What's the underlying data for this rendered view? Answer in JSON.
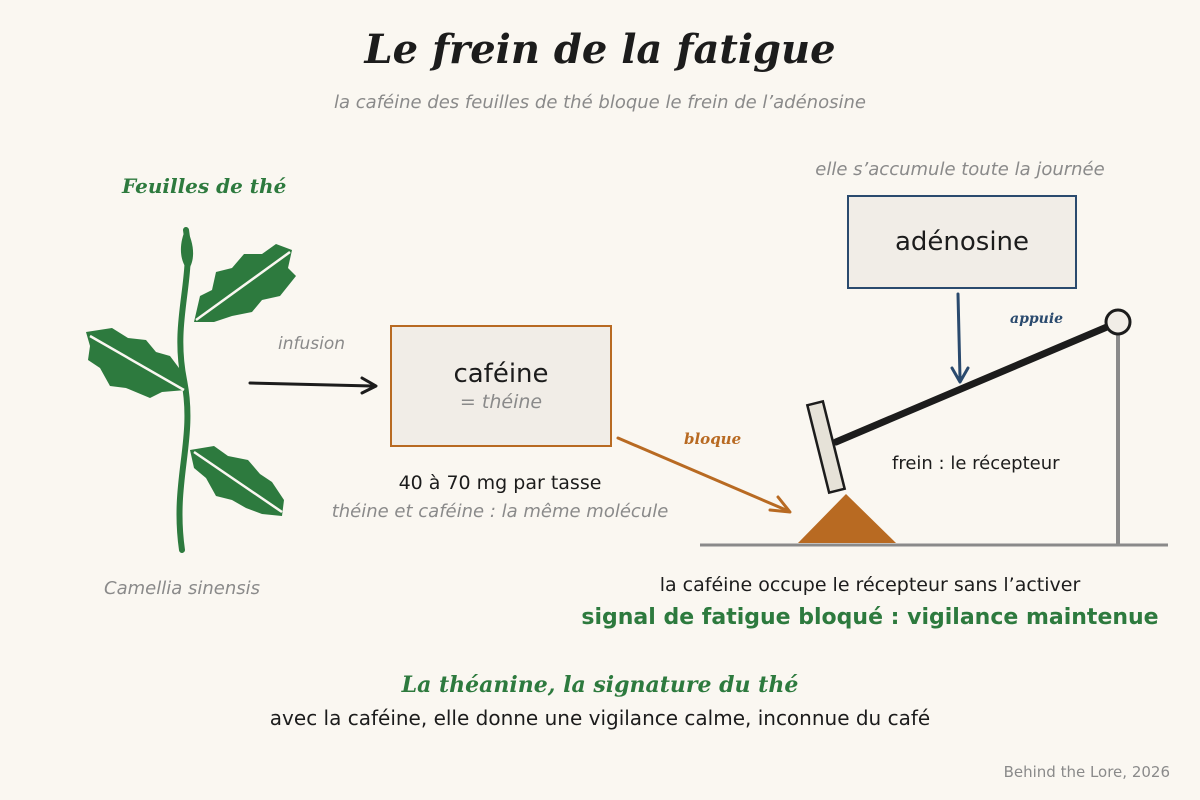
{
  "header": {
    "title": "Le frein de la fatigue",
    "subtitle": "la caféine des feuilles de thé bloque le frein de l’adénosine"
  },
  "plant": {
    "label": "Feuilles de thé",
    "species": "Camellia sinensis"
  },
  "flow": {
    "infusion_label": "infusion",
    "bloque_label": "bloque",
    "appuie_label": "appuie"
  },
  "cafeine": {
    "name": "caféine",
    "alias": "= théine",
    "dose": "40 à 70 mg par tasse",
    "note": "théine et caféine : la même molécule"
  },
  "adenosine": {
    "note": "elle s’accumule toute la journée",
    "name": "adénosine"
  },
  "brake": {
    "label": "frein : le récepteur",
    "explanation": "la caféine occupe le récepteur sans l’activer",
    "result": "signal de fatigue bloqué : vigilance maintenue"
  },
  "theanine": {
    "title": "La théanine, la signature du thé",
    "text": "avec la caféine, elle donne une vigilance calme, inconnue du café"
  },
  "footer": {
    "credit": "Behind the Lore, 2026"
  },
  "colors": {
    "background": "#faf7f1",
    "leaf_green": "#2d7a3e",
    "caffeine_orange": "#b86a22",
    "adenosine_blue": "#2a4a6e",
    "text_grey": "#8a8a8a",
    "accent_green": "#2d7a3e"
  }
}
